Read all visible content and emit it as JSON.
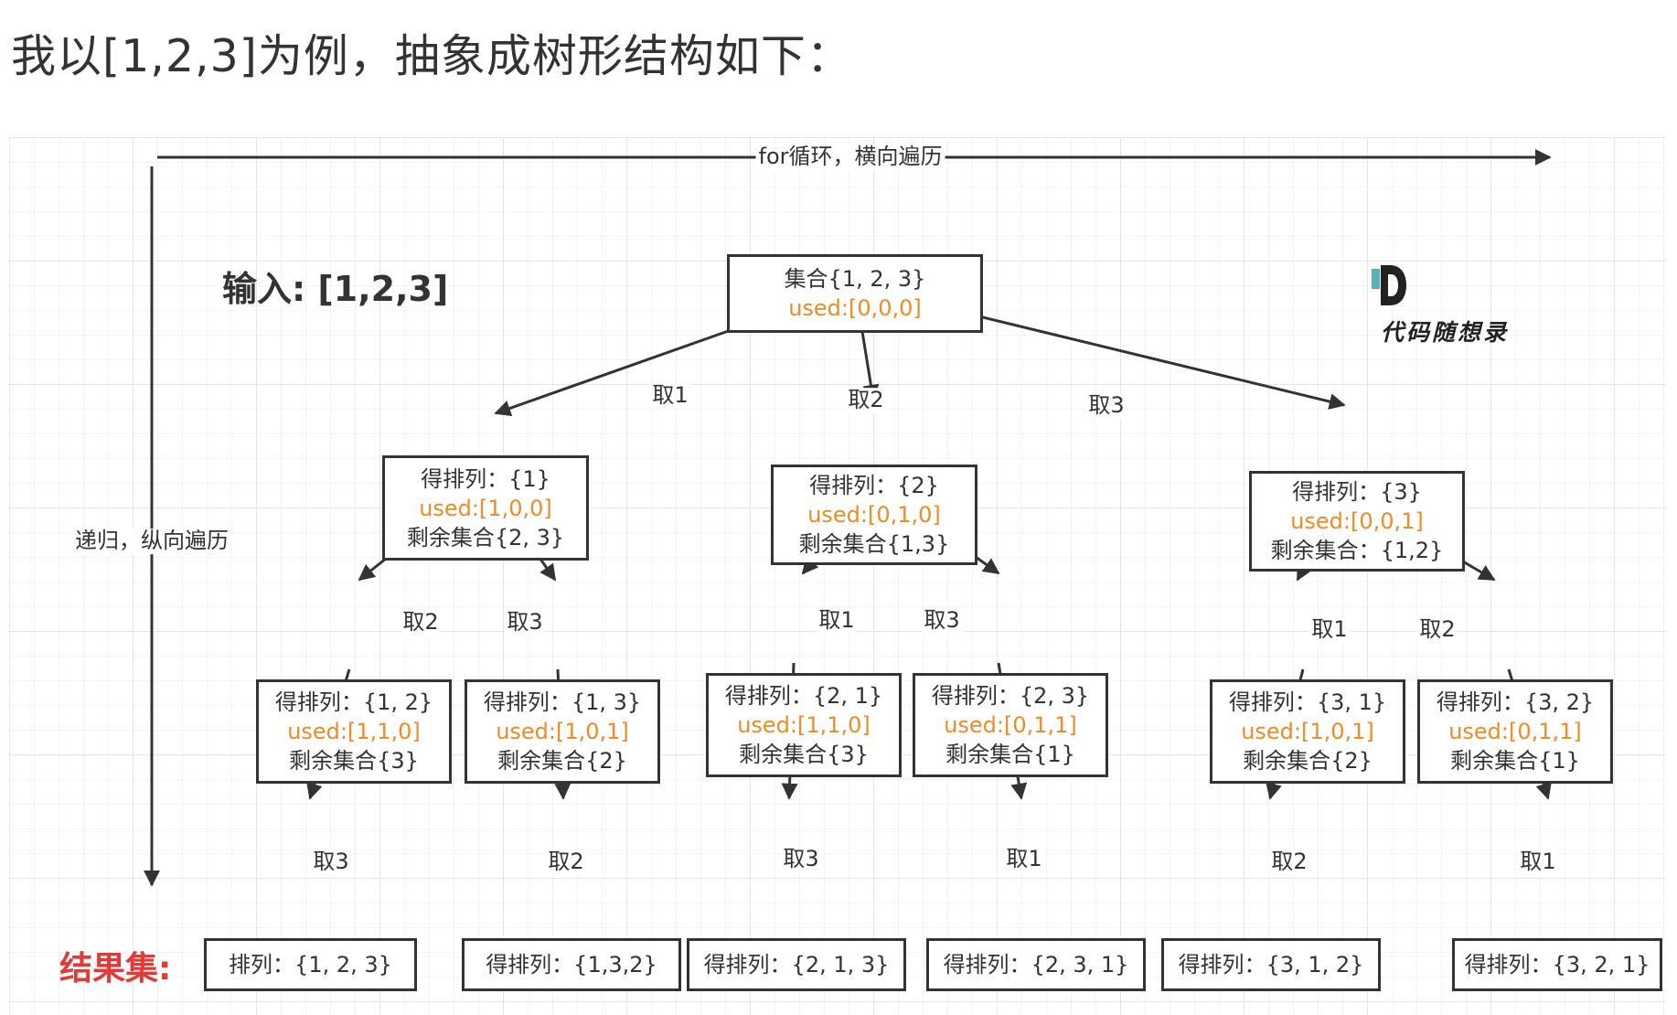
{
  "heading": "我以[1,2,3]为例，抽象成树形结构如下：",
  "axes": {
    "horizontal_label": "for循环，横向遍历",
    "vertical_label": "递归，纵向遍历"
  },
  "input_label": "输入: [1,2,3]",
  "result_label": "结果集:",
  "logo_text": "代码随想录",
  "colors": {
    "used_text": "#f08a24",
    "result_label": "#e53935",
    "line": "#333333",
    "logo_teal": "#5ab0b8"
  },
  "nodes": {
    "root": {
      "line1": "集合{1, 2, 3}",
      "used": "used:[0,0,0]"
    },
    "n1": {
      "line1": "得排列：{1}",
      "used": "used:[1,0,0]",
      "line3": "剩余集合{2, 3}"
    },
    "n2": {
      "line1": "得排列：{2}",
      "used": "used:[0,1,0]",
      "line3": "剩余集合{1,3}"
    },
    "n3": {
      "line1": "得排列：{3}",
      "used": "used:[0,0,1]",
      "line3": "剩余集合：{1,2}"
    },
    "n12": {
      "line1": "得排列：{1, 2}",
      "used": "used:[1,1,0]",
      "line3": "剩余集合{3}"
    },
    "n13": {
      "line1": "得排列：{1, 3}",
      "used": "used:[1,0,1]",
      "line3": "剩余集合{2}"
    },
    "n21": {
      "line1": "得排列：{2, 1}",
      "used": "used:[1,1,0]",
      "line3": "剩余集合{3}"
    },
    "n23": {
      "line1": "得排列：{2, 3}",
      "used": "used:[0,1,1]",
      "line3": "剩余集合{1}"
    },
    "n31": {
      "line1": "得排列：{3, 1}",
      "used": "used:[1,0,1]",
      "line3": "剩余集合{2}"
    },
    "n32": {
      "line1": "得排列：{3, 2}",
      "used": "used:[0,1,1]",
      "line3": "剩余集合{1}"
    }
  },
  "results": {
    "r1": "排列：{1, 2, 3}",
    "r2": "得排列：{1,3,2}",
    "r3": "得排列：{2, 1, 3}",
    "r4": "得排列：{2, 3, 1}",
    "r5": "得排列：{3, 1, 2}",
    "r6": "得排列：{3, 2, 1}"
  },
  "edge_labels": {
    "root_n1": "取1",
    "root_n2": "取2",
    "root_n3": "取3",
    "n1_n12": "取2",
    "n1_n13": "取3",
    "n2_n21": "取1",
    "n2_n23": "取3",
    "n3_n31": "取1",
    "n3_n32": "取2",
    "n12_r1": "取3",
    "n13_r2": "取2",
    "n21_r3": "取3",
    "n23_r4": "取1",
    "n31_r5": "取2",
    "n32_r6": "取1"
  }
}
